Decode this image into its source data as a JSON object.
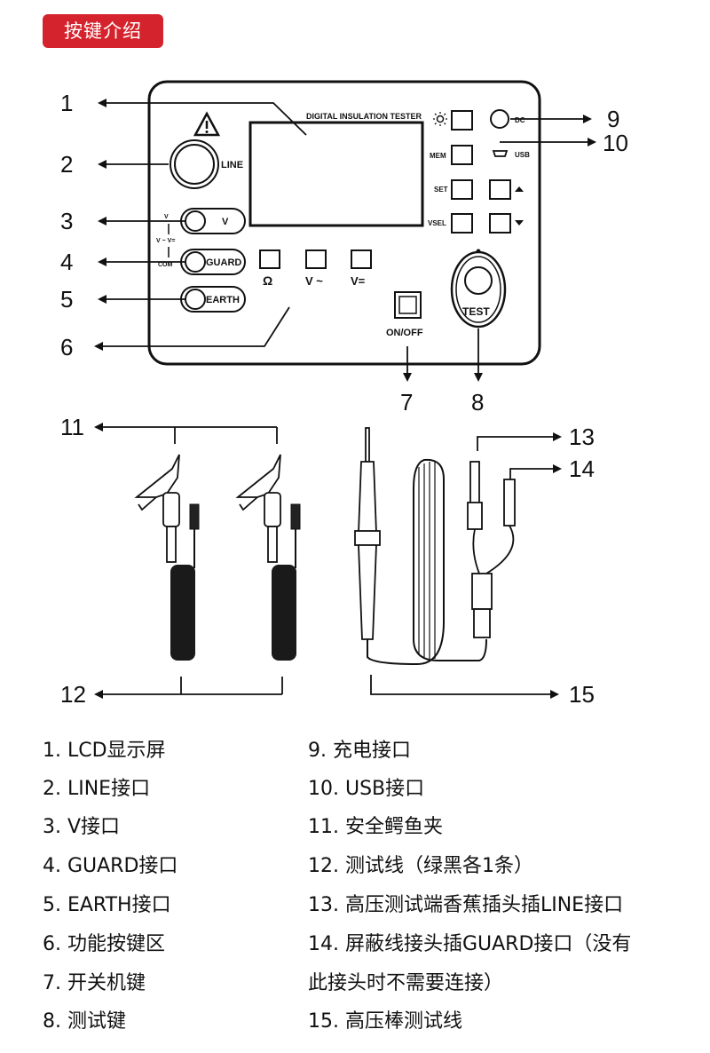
{
  "header": {
    "badge": "按键介绍"
  },
  "device": {
    "model_text": "DIGITAL INSULATION TESTER",
    "line_label": "LINE",
    "v_label": "V",
    "v_small": "V",
    "vv_small": "V ~ V=",
    "com_small": "COM",
    "guard_label": "GUARD",
    "earth_label": "EARTH",
    "ohm_label": "Ω",
    "vac_label": "V ~",
    "vdc_label": "V=",
    "mem_label": "MEM",
    "set_label": "SET",
    "vsel_label": "VSEL",
    "dc_label": "DC",
    "usb_label": "USB",
    "onoff_label": "ON/OFF",
    "test_label": "TEST"
  },
  "callouts": [
    "1",
    "2",
    "3",
    "4",
    "5",
    "6",
    "7",
    "8",
    "9",
    "10",
    "11",
    "12",
    "13",
    "14",
    "15"
  ],
  "legend": {
    "col1": [
      "1. LCD显示屏",
      "2. LINE接口",
      "3. V接口",
      "4. GUARD接口",
      "5. EARTH接口",
      "6. 功能按键区",
      "7. 开关机键",
      "8. 测试键"
    ],
    "col2": [
      "9. 充电接口",
      "10. USB接口",
      "11. 安全鳄鱼夹",
      "12. 测试线（绿黑各1条）",
      "13. 高压测试端香蕉插头插LINE接口",
      "14. 屏蔽线接头插GUARD接口（没有",
      "此接头时不需要连接）",
      "15. 高压棒测试线"
    ]
  }
}
